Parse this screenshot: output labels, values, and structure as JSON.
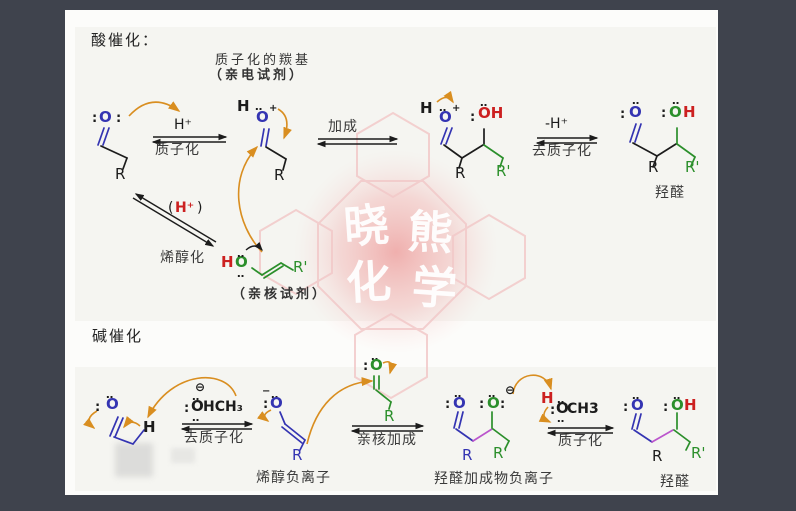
{
  "colors": {
    "background": "#3f434d",
    "panel": "#fcfcfa",
    "strip": "#f5f5f1",
    "bond_blue": "#3434b2",
    "bond_green": "#2b8f2b",
    "bond_purple": "#bb55cc",
    "text_red": "#cc2020",
    "arrow_orange": "#d98e20",
    "watermark_pink": "#f2c9c9"
  },
  "watermark": {
    "c1": "晓",
    "c2": "熊",
    "c3": "化",
    "c4": "学"
  },
  "acid": {
    "title": "酸催化：",
    "note1": "质子化的羰基",
    "note2": "（亲电试剂）",
    "protonation_above": "H⁺",
    "protonation_below": "质子化",
    "addition_above": "加成",
    "deprotonation_above": "-H⁺",
    "deprotonation_below": "去质子化",
    "enol_open": "(",
    "enol_h": "H⁺",
    "enol_close": ")",
    "enolization_below": "烯醇化",
    "nucleophile_note": "（亲核试剂）",
    "aldol_label": "羟醛"
  },
  "base": {
    "title": "碱催化",
    "deprotonation_below": "去质子化",
    "addition_below": "亲核加成",
    "protonation_below": "质子化",
    "enolate_label": "烯醇负离子",
    "adduct_label": "羟醛加成物负离子",
    "aldol_label": "羟醛"
  },
  "atoms": {
    "lp": ":",
    "dots": "‥",
    "minus": "−",
    "plus": "+",
    "ominus": "⊖",
    "O": "O",
    "H": "H",
    "R": "R",
    "Rp": "R'",
    "OH": "OH",
    "meo1_rest": "HCH₃",
    "meo2_rest": "CH3"
  }
}
